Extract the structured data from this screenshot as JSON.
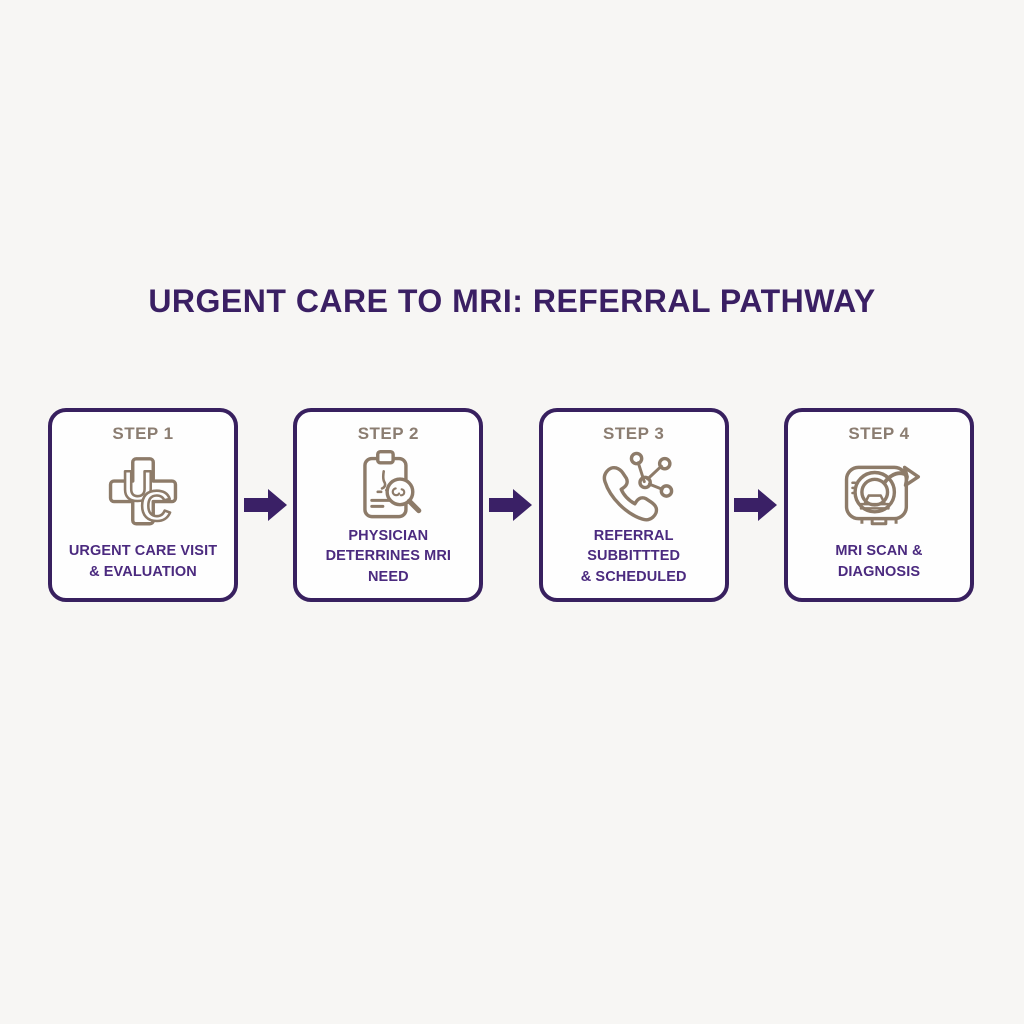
{
  "title": "URGENT CARE TO MRI: REFERRAL PATHWAY",
  "colors": {
    "background": "#f7f6f4",
    "box_border": "#38205f",
    "box_fill": "#fefefe",
    "title_text": "#3a1f63",
    "step_header": "#8b7d71",
    "icon": "#8d7b69",
    "label_text": "#4b2a7f",
    "arrow": "#3a2066"
  },
  "steps": [
    {
      "header": "STEP 1",
      "icon": "urgent-care-cross-icon",
      "label_line1": "URGENT CARE VISIT",
      "label_line2": "& EVALUATION"
    },
    {
      "header": "STEP 2",
      "icon": "clipboard-search-icon",
      "label_line1": "PHYSICIAN",
      "label_line2": "DETERRINES MRI NEED"
    },
    {
      "header": "STEP 3",
      "icon": "phone-network-icon",
      "label_line1": "REFERRAL SUBBITTTED",
      "label_line2": "& SCHEDULED"
    },
    {
      "header": "STEP 4",
      "icon": "mri-scanner-arrow-icon",
      "label_line1": "MRI SCAN &",
      "label_line2": "DIAGNOSIS"
    }
  ],
  "arrow_glyph": "right-block-arrow"
}
